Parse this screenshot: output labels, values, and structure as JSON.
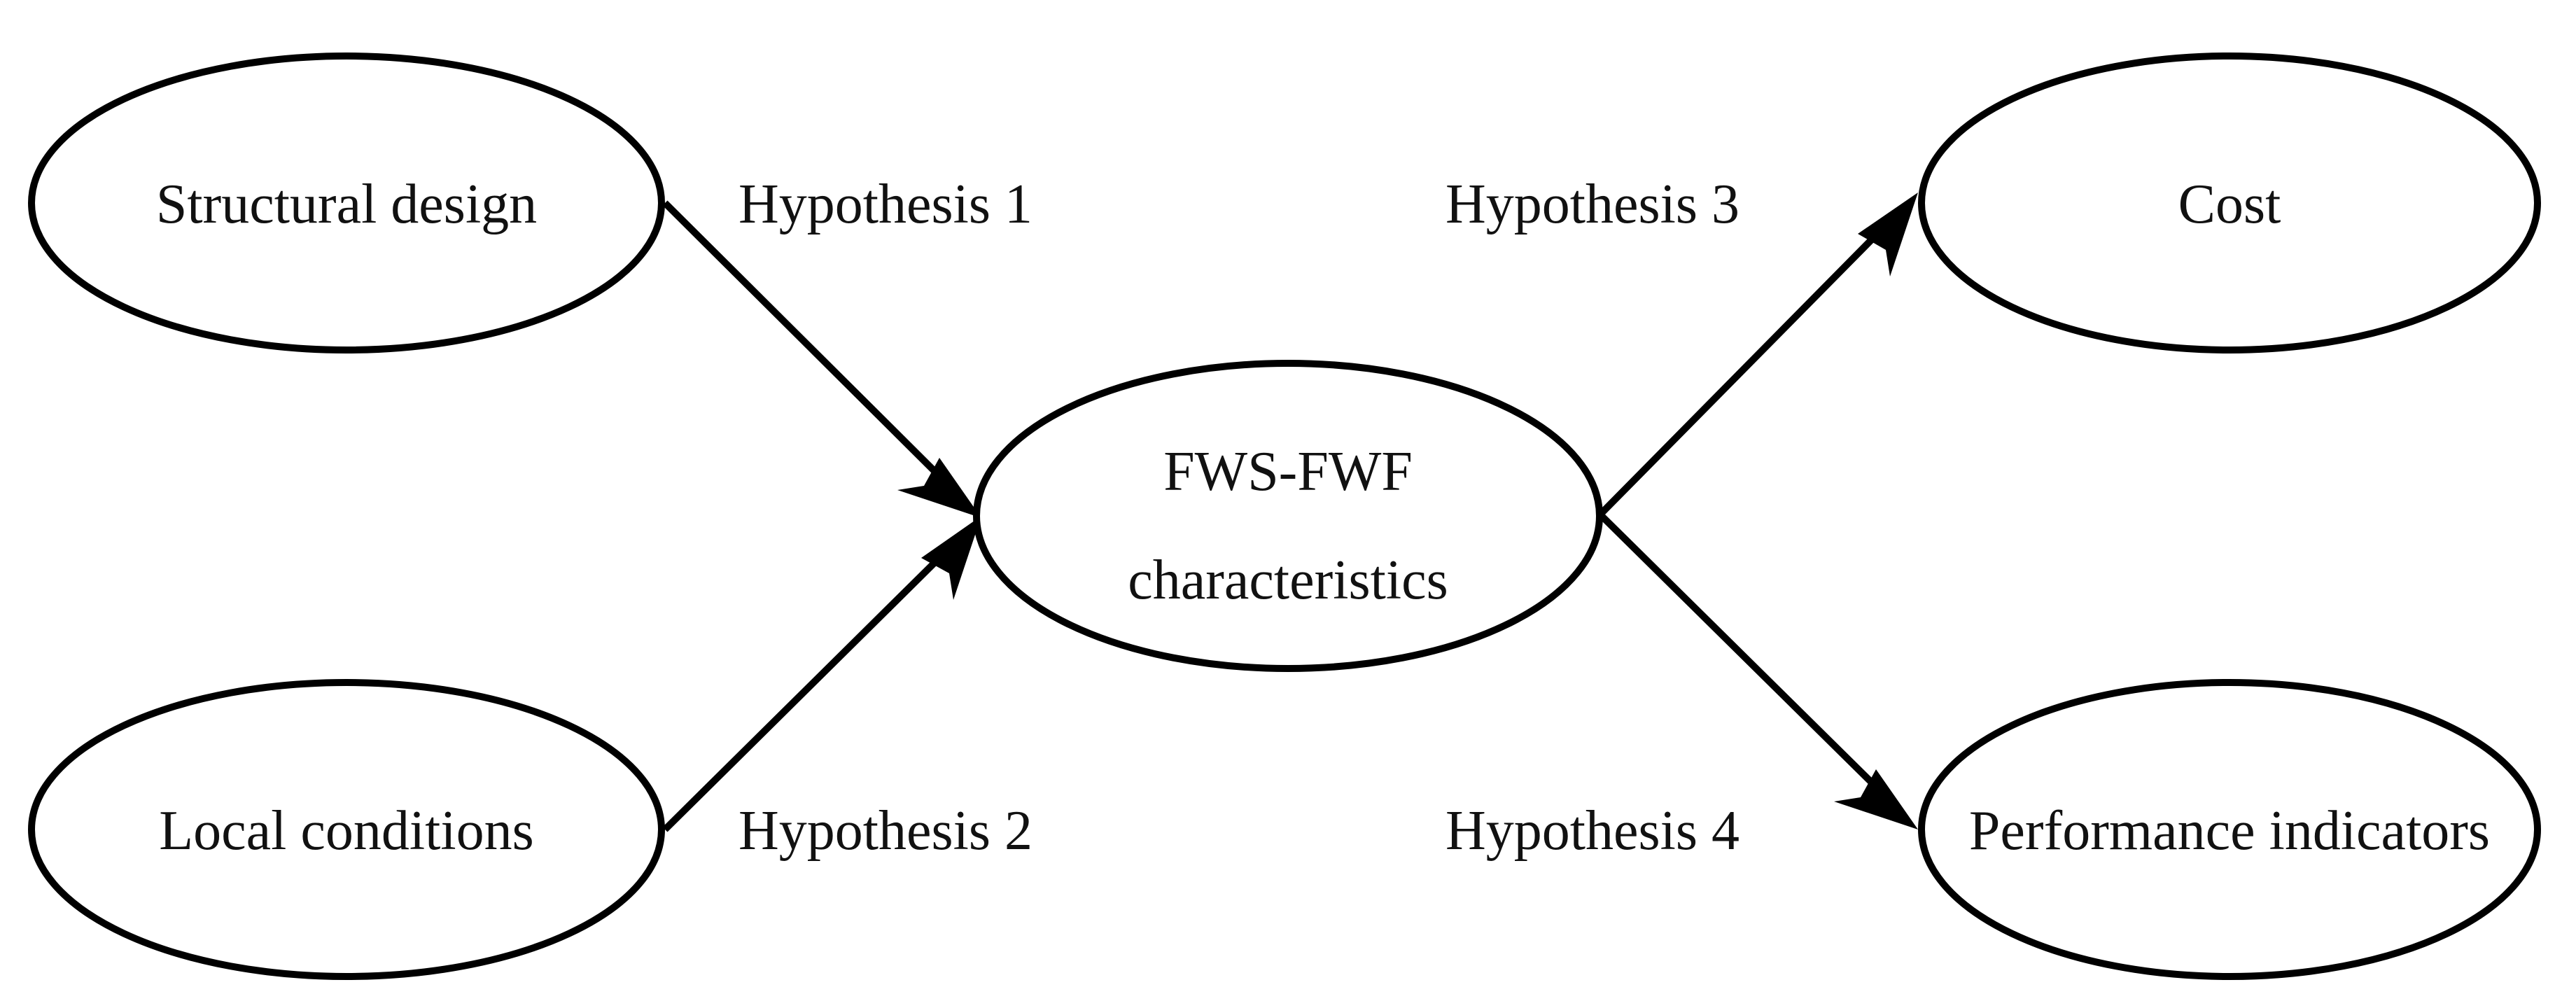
{
  "nodes": {
    "structural_design": "Structural design",
    "local_conditions": "Local conditions",
    "fws_fwf_line1": "FWS-FWF",
    "fws_fwf_line2": "characteristics",
    "cost": "Cost",
    "performance_indicators": "Performance indicators"
  },
  "edges": {
    "h1": "Hypothesis 1",
    "h2": "Hypothesis 2",
    "h3": "Hypothesis 3",
    "h4": "Hypothesis 4"
  },
  "colors": {
    "stroke": "#000000",
    "fill": "#ffffff",
    "text": "#111111"
  }
}
